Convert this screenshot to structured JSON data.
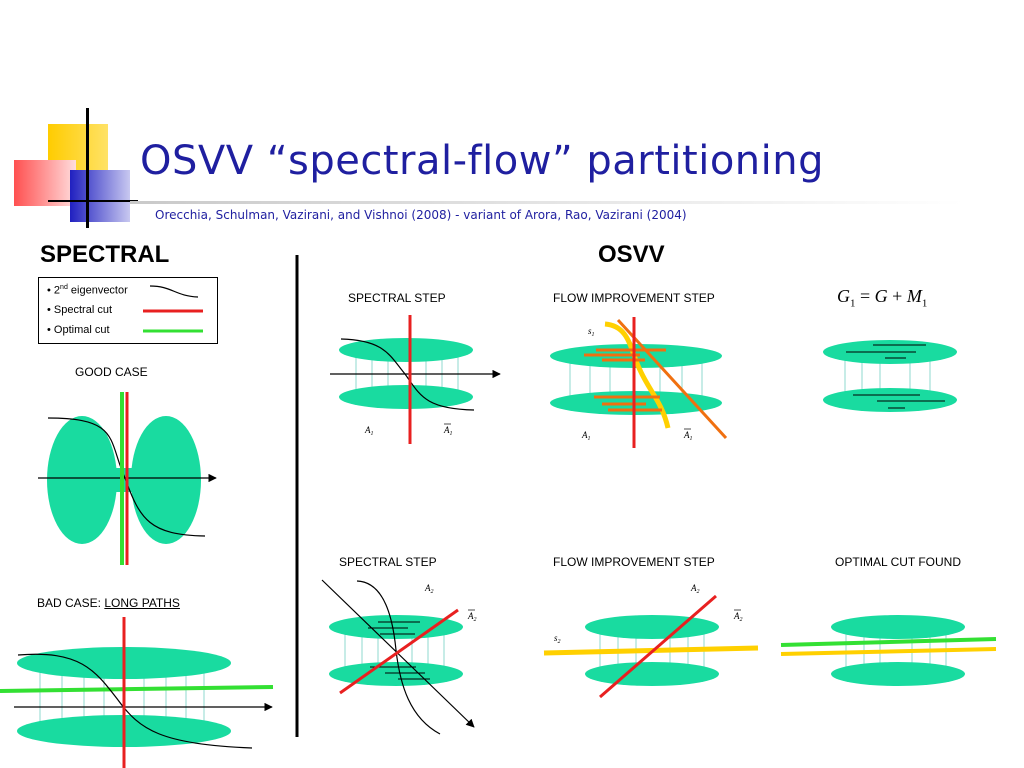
{
  "slide": {
    "title": "OSVV “spectral-flow” partitioning",
    "subtitle": "Orecchia, Schulman, Vazirani, and Vishnoi (2008) - variant of Arora, Rao, Vazirani (2004)"
  },
  "left": {
    "heading": "SPECTRAL",
    "legend": {
      "items": [
        {
          "bullet": "•",
          "text_pre": "2",
          "text_sup": "nd",
          "text_post": " eigenvector",
          "style": "curve",
          "color": "#000000"
        },
        {
          "bullet": "•",
          "text": "Spectral cut",
          "style": "line",
          "color": "#e82020"
        },
        {
          "bullet": "•",
          "text": "Optimal cut",
          "style": "line",
          "color": "#33e033"
        }
      ]
    },
    "good_case_label": "GOOD CASE",
    "bad_case_prefix": "BAD CASE: ",
    "bad_case_link": "LONG PATHS"
  },
  "right": {
    "heading": "OSVV",
    "row1": {
      "spectral_step": "SPECTRAL STEP",
      "flow_step": "FLOW IMPROVEMENT STEP",
      "formula": {
        "g": "G",
        "sub1": "1",
        "eq": " = ",
        "g2": "G",
        "plus": " + ",
        "m": "M",
        "sub2": "1"
      }
    },
    "row2": {
      "spectral_step": "SPECTRAL STEP",
      "flow_step": "FLOW IMPROVEMENT STEP",
      "optimal": "OPTIMAL CUT FOUND"
    },
    "math_labels": {
      "A1": "A",
      "A1_sub": "1",
      "A2": "A",
      "A2_sub": "2",
      "S1": "s",
      "S1_sub": "1",
      "S2": "s",
      "S2_sub": "2"
    }
  },
  "colors": {
    "title_blue": "#1f1fa0",
    "ellipse": "#19dba0",
    "red": "#e82020",
    "green": "#33e033",
    "orange": "#f07010",
    "yellow": "#ffd000",
    "edge": "#8fd8cf"
  }
}
